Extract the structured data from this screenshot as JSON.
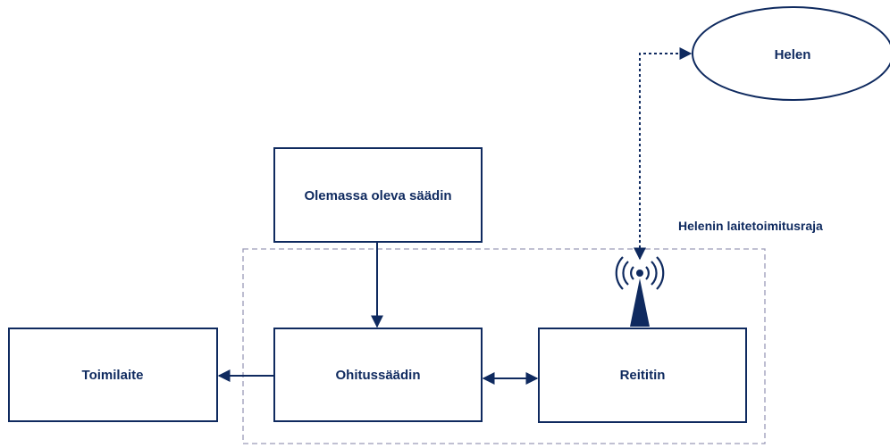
{
  "diagram": {
    "colors": {
      "stroke": "#0f2a5f",
      "boundary": "#9a9ab8",
      "text": "#0f2a5f",
      "background": "#ffffff"
    },
    "nodes": {
      "helen": "Helen",
      "existing_controller": "Olemassa oleva säädin",
      "bypass_controller": "Ohitussäädin",
      "actuator": "Toimilaite",
      "router": "Reititin"
    },
    "boundary_label": "Helenin laitetoimitusraja",
    "icons": {
      "router_antenna": "wifi-antenna-icon"
    }
  }
}
